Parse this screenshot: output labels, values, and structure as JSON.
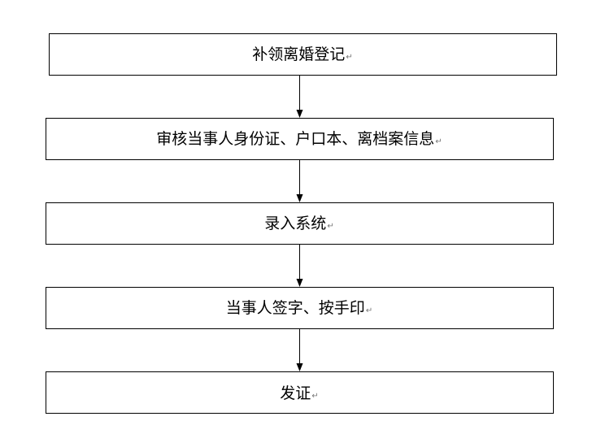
{
  "steps": [
    {
      "label": "补领离婚登记",
      "mark": "↵"
    },
    {
      "label": "审核当事人身份证、户口本、离档案信息",
      "mark": "↵"
    },
    {
      "label": "录入系统",
      "mark": "↵"
    },
    {
      "label": "当事人签字、按手印",
      "mark": "↵"
    },
    {
      "label": "发证",
      "mark": "↵"
    }
  ]
}
